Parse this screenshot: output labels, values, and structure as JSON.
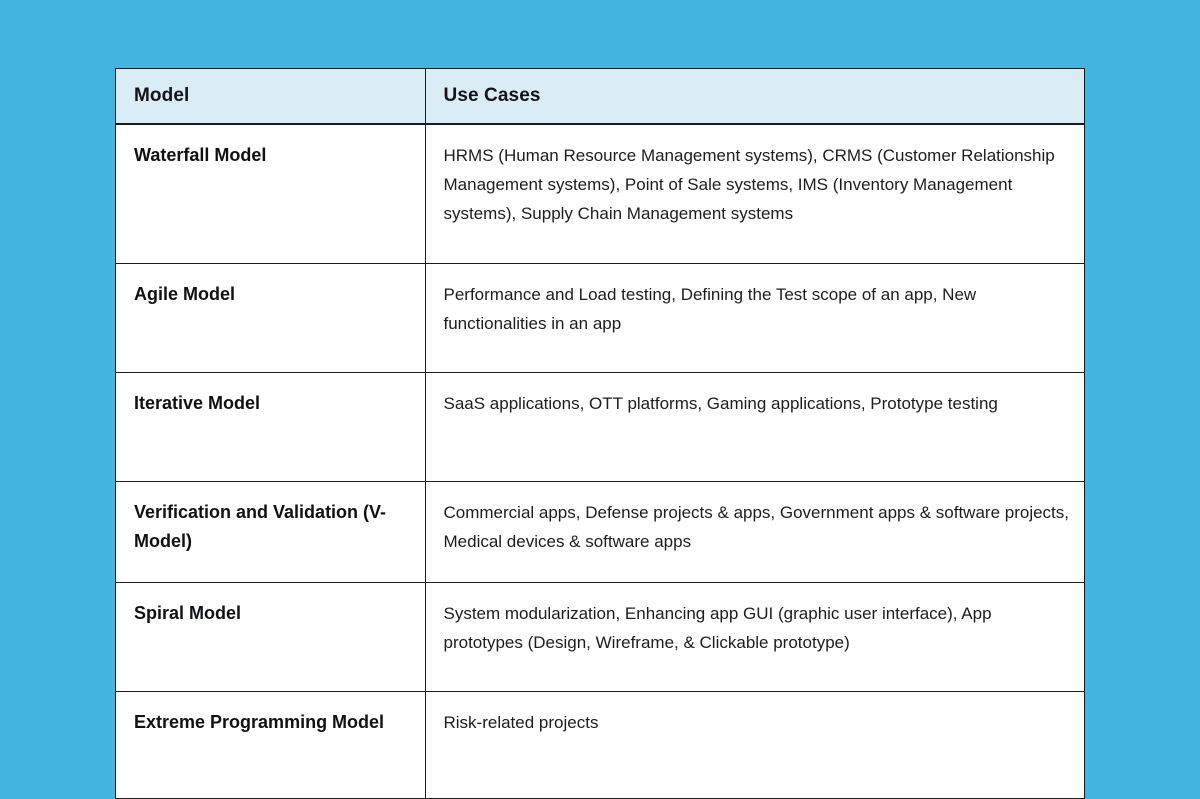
{
  "background": {
    "color": "#42b5e0"
  },
  "table": {
    "border_color": "#1b1b1b",
    "header_background": "#daecf5",
    "body_background": "#ffffff",
    "columns": [
      {
        "key": "model",
        "label": "Model"
      },
      {
        "key": "use_cases",
        "label": "Use Cases"
      }
    ],
    "rows": [
      {
        "model": "Waterfall Model",
        "use_cases": "HRMS (Human Resource Management systems), CRMS (Customer Relationship Management systems), Point of Sale systems, IMS (Inventory Management systems), Supply Chain Management systems"
      },
      {
        "model": "Agile Model",
        "use_cases": "Performance and Load testing, Defining the Test scope of an app, New functionalities in an app"
      },
      {
        "model": "Iterative Model",
        "use_cases": "SaaS applications, OTT platforms, Gaming applications, Prototype testing"
      },
      {
        "model": "Verification and Validation (V-Model)",
        "use_cases": "Commercial apps, Defense projects & apps, Government apps & software projects, Medical devices & software apps"
      },
      {
        "model": "Spiral Model",
        "use_cases": "System modularization, Enhancing app GUI (graphic user interface), App prototypes (Design, Wireframe, & Clickable prototype)"
      },
      {
        "model": "Extreme Programming Model",
        "use_cases": "Risk-related projects"
      }
    ]
  }
}
